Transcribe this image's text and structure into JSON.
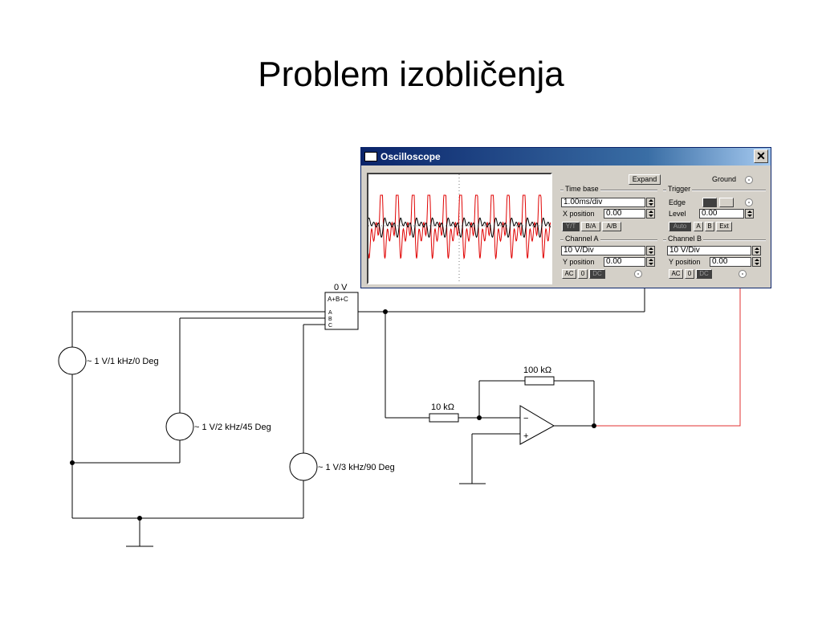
{
  "slide": {
    "title": "Problem izobličenja"
  },
  "circuit": {
    "voltmeter_reading": "0 V",
    "adder_label": "A+B+C",
    "adder_inputs": "ABC",
    "sources": [
      {
        "label": "~ 1 V/1 kHz/0 Deg"
      },
      {
        "label": "~ 1 V/2 kHz/45 Deg"
      },
      {
        "label": "~ 1 V/3 kHz/90 Deg"
      }
    ],
    "r_input": "10 kΩ",
    "r_feedback": "100 kΩ",
    "opamp_minus": "−",
    "opamp_plus": "+"
  },
  "oscilloscope": {
    "title": "Oscilloscope",
    "close_glyph": "✕",
    "expand_label": "Expand",
    "ground_label": "Ground",
    "time_base": {
      "heading": "Time base",
      "value": "1.00ms/div",
      "x_position_label": "X position",
      "x_position": "0.00",
      "modes": [
        "Y/T",
        "B/A",
        "A/B"
      ]
    },
    "trigger": {
      "heading": "Trigger",
      "edge_label": "Edge",
      "level_label": "Level",
      "level": "0.00",
      "modes": [
        "Auto",
        "A",
        "B",
        "Ext"
      ]
    },
    "channel_a": {
      "heading": "Channel A",
      "scale": "10 V/Div",
      "y_position_label": "Y position",
      "y_position": "0.00",
      "coupling": [
        "AC",
        "0",
        "DC"
      ]
    },
    "channel_b": {
      "heading": "Channel B",
      "scale": "10 V/Div",
      "y_position_label": "Y position",
      "y_position": "0.00",
      "coupling": [
        "AC",
        "0",
        "DC"
      ]
    },
    "colors": {
      "trace_a": "#000000",
      "trace_b": "#e00000",
      "probe_wire": "#e03030"
    }
  }
}
